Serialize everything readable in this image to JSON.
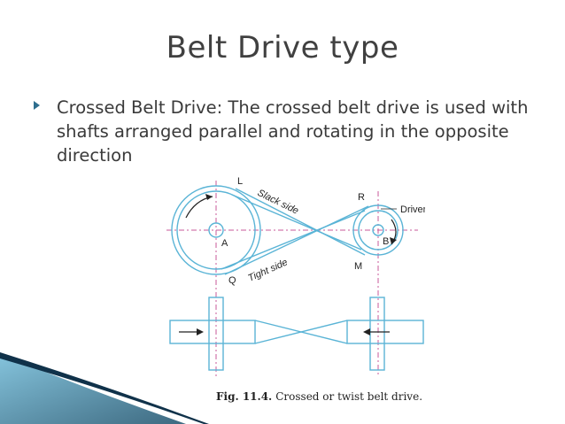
{
  "slide": {
    "title": "Belt Drive type",
    "bullet": "Crossed Belt Drive: The crossed belt drive is used with shafts arranged parallel and rotating in the opposite direction"
  },
  "figure": {
    "labels": {
      "l": "L",
      "r": "R",
      "q": "Q",
      "m": "M",
      "a": "A",
      "b": "B",
      "slack": "Slack side",
      "tight": "Tight side",
      "driven": "Driven"
    },
    "caption_num": "Fig. 11.4.",
    "caption_text": "Crossed or twist belt drive."
  },
  "colors": {
    "accent": "#2e6e8e",
    "belt": "#5ab4d6",
    "centerline": "#c85a9a",
    "corner_dark": "#1b4f6a",
    "corner_light": "#6fb9d6"
  }
}
